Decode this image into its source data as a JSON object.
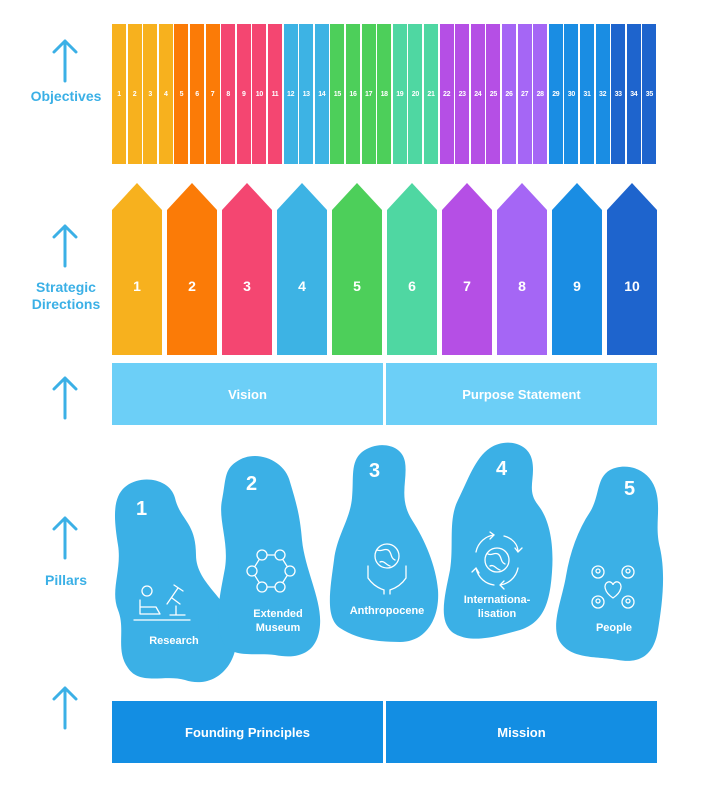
{
  "levels": {
    "objectives": "Objectives",
    "strategic_directions": "Strategic\nDirections",
    "pillars": "Pillars"
  },
  "objectives": [
    "1",
    "2",
    "3",
    "4",
    "5",
    "6",
    "7",
    "8",
    "9",
    "10",
    "11",
    "12",
    "13",
    "14",
    "15",
    "16",
    "17",
    "18",
    "19",
    "20",
    "21",
    "22",
    "23",
    "24",
    "25",
    "26",
    "27",
    "28",
    "29",
    "30",
    "31",
    "32",
    "33",
    "34",
    "35"
  ],
  "directions": [
    "1",
    "2",
    "3",
    "4",
    "5",
    "6",
    "7",
    "8",
    "9",
    "10"
  ],
  "direction_colors": [
    "#f7b11e",
    "#fb7b07",
    "#f44671",
    "#3db3e4",
    "#4dcf5a",
    "#4fd7a2",
    "#b54fe5",
    "#a566f5",
    "#1a8de3",
    "#1e64cd"
  ],
  "vision_band": {
    "left": "Vision",
    "right": "Purpose Statement",
    "color": "#6ccff7"
  },
  "pillars": [
    {
      "num": "1",
      "label": "Research",
      "icon": "research-icon"
    },
    {
      "num": "2",
      "label": "Extended\nMuseum",
      "icon": "network-icon"
    },
    {
      "num": "3",
      "label": "Anthropocene",
      "icon": "globe-hands-icon"
    },
    {
      "num": "4",
      "label": "Internationa-\nlisation",
      "icon": "globe-arrows-icon"
    },
    {
      "num": "5",
      "label": "People",
      "icon": "people-heart-icon"
    }
  ],
  "pillar_color": "#3bb0e6",
  "foundation_band": {
    "left": "Founding Principles",
    "right": "Mission",
    "color": "#138ee3"
  },
  "arrow_color": "#3bb0e6"
}
